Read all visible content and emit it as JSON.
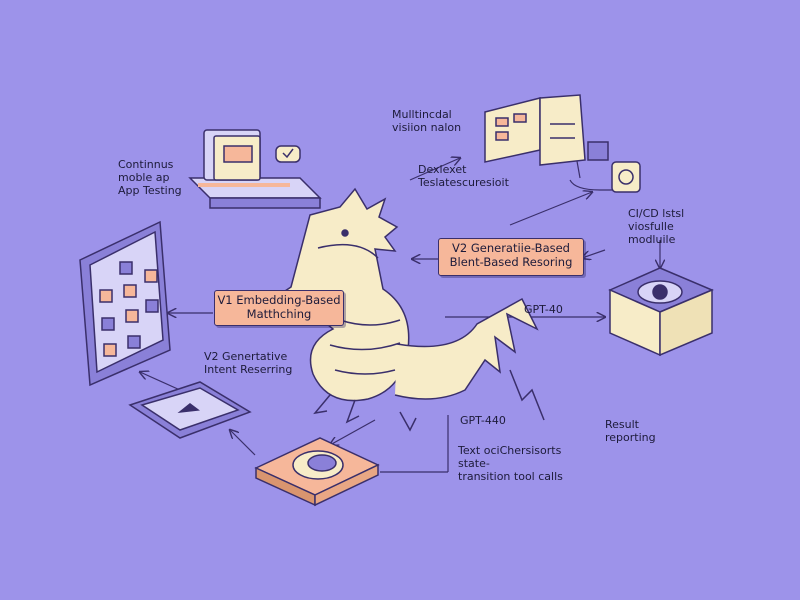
{
  "labels": {
    "continuous": "Continnus\nmoble ap\nApp Testing",
    "multimodal": "Mulltincdal\nvisiion nalon",
    "devtext": "Dexlexet\nTeslatescuresioit",
    "cicd": "CI/CD lstsl\nviosfulle\nmodluile",
    "v1": "V1 Embedding-Based\nMatthching",
    "v2box": "V2 Generatiie-Based\nBlent-Based Resoring",
    "gpt1": "GPT-40",
    "v2label": "V2 Genertative\nIntent Reserring",
    "gpt2": "GPT-440",
    "text": "Text ociChersisorts\nstate-\ntransition tool calls",
    "result": "Result\nreporting"
  },
  "colors": {
    "background": "#9d93ea",
    "accent_box": "#f6b79a",
    "stroke": "#3a2f6b",
    "dragon": "#f7ecc8",
    "device_light": "#d8d4f7",
    "device_mid": "#8a80d8"
  }
}
